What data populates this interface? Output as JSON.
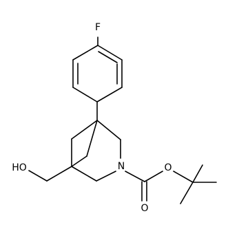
{
  "structure": {
    "atoms": {
      "fluorine": "F",
      "hydroxyl": "HO",
      "ring_nitrogen": "N",
      "ester_oxygen": "O",
      "carbonyl_oxygen": "O"
    }
  }
}
